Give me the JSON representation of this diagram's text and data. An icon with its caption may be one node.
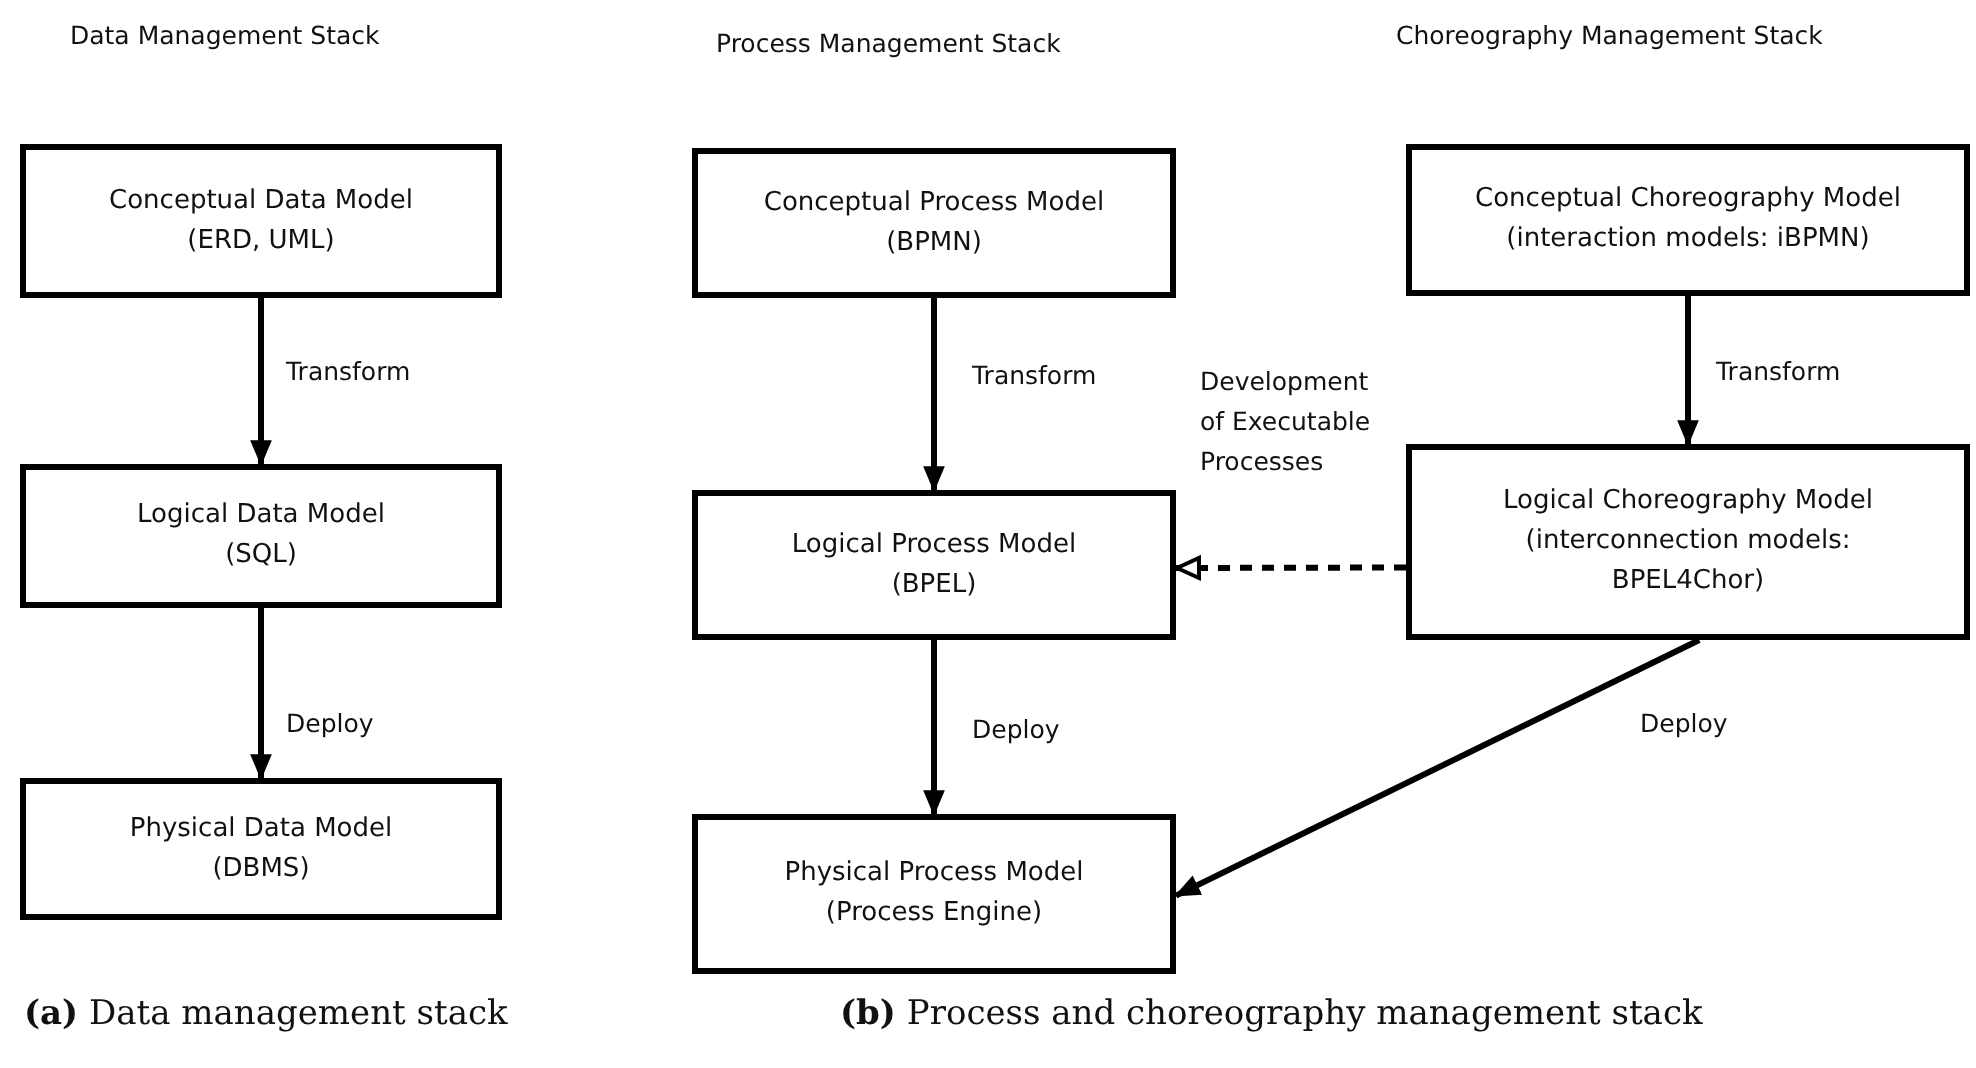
{
  "diagram": {
    "nodes": [
      {
        "text": [
          "Conceptual Data Model",
          "(ERD, UML)"
        ]
      },
      {
        "text": [
          "Logical Data Model",
          "(SQL)"
        ]
      },
      {
        "text": [
          "Physical Data Model",
          "(DBMS)"
        ]
      },
      {
        "text": [
          "Conceptual Process Model",
          "(BPMN)"
        ]
      },
      {
        "text": [
          "Logical Process Model",
          "(BPEL)"
        ]
      },
      {
        "text": [
          "Physical Process Model",
          "(Process Engine)"
        ]
      },
      {
        "text": [
          "Conceptual Choreography Model",
          "(interaction models: iBPMN)"
        ]
      },
      {
        "text": [
          "Logical Choreography Model",
          "(interconnection models: BPEL4Chor)"
        ]
      }
    ],
    "edges": [
      {
        "from": 0,
        "to": 1,
        "arrow": "to",
        "label": "Transform"
      },
      {
        "from": 1,
        "to": 2,
        "arrow": "to",
        "label": "Deploy"
      },
      {
        "from": 3,
        "to": 4,
        "arrow": "to",
        "label": "Transform"
      },
      {
        "from": 4,
        "to": 5,
        "arrow": "to",
        "label": "Deploy"
      },
      {
        "from": 6,
        "to": 7,
        "arrow": "to",
        "label": "Transform"
      },
      {
        "from": 7,
        "to": 4,
        "arrow": "to",
        "label": "Development of Executable Processes",
        "style": "dashed"
      },
      {
        "from": 7,
        "to": 5,
        "arrow": "to",
        "label": "Deploy"
      }
    ],
    "labels": [
      "Data Management Stack",
      "Process Management Stack",
      "Choreography Management Stack",
      "**(a)** Data management stack",
      "**(b)** Process and choreography management stack"
    ]
  }
}
